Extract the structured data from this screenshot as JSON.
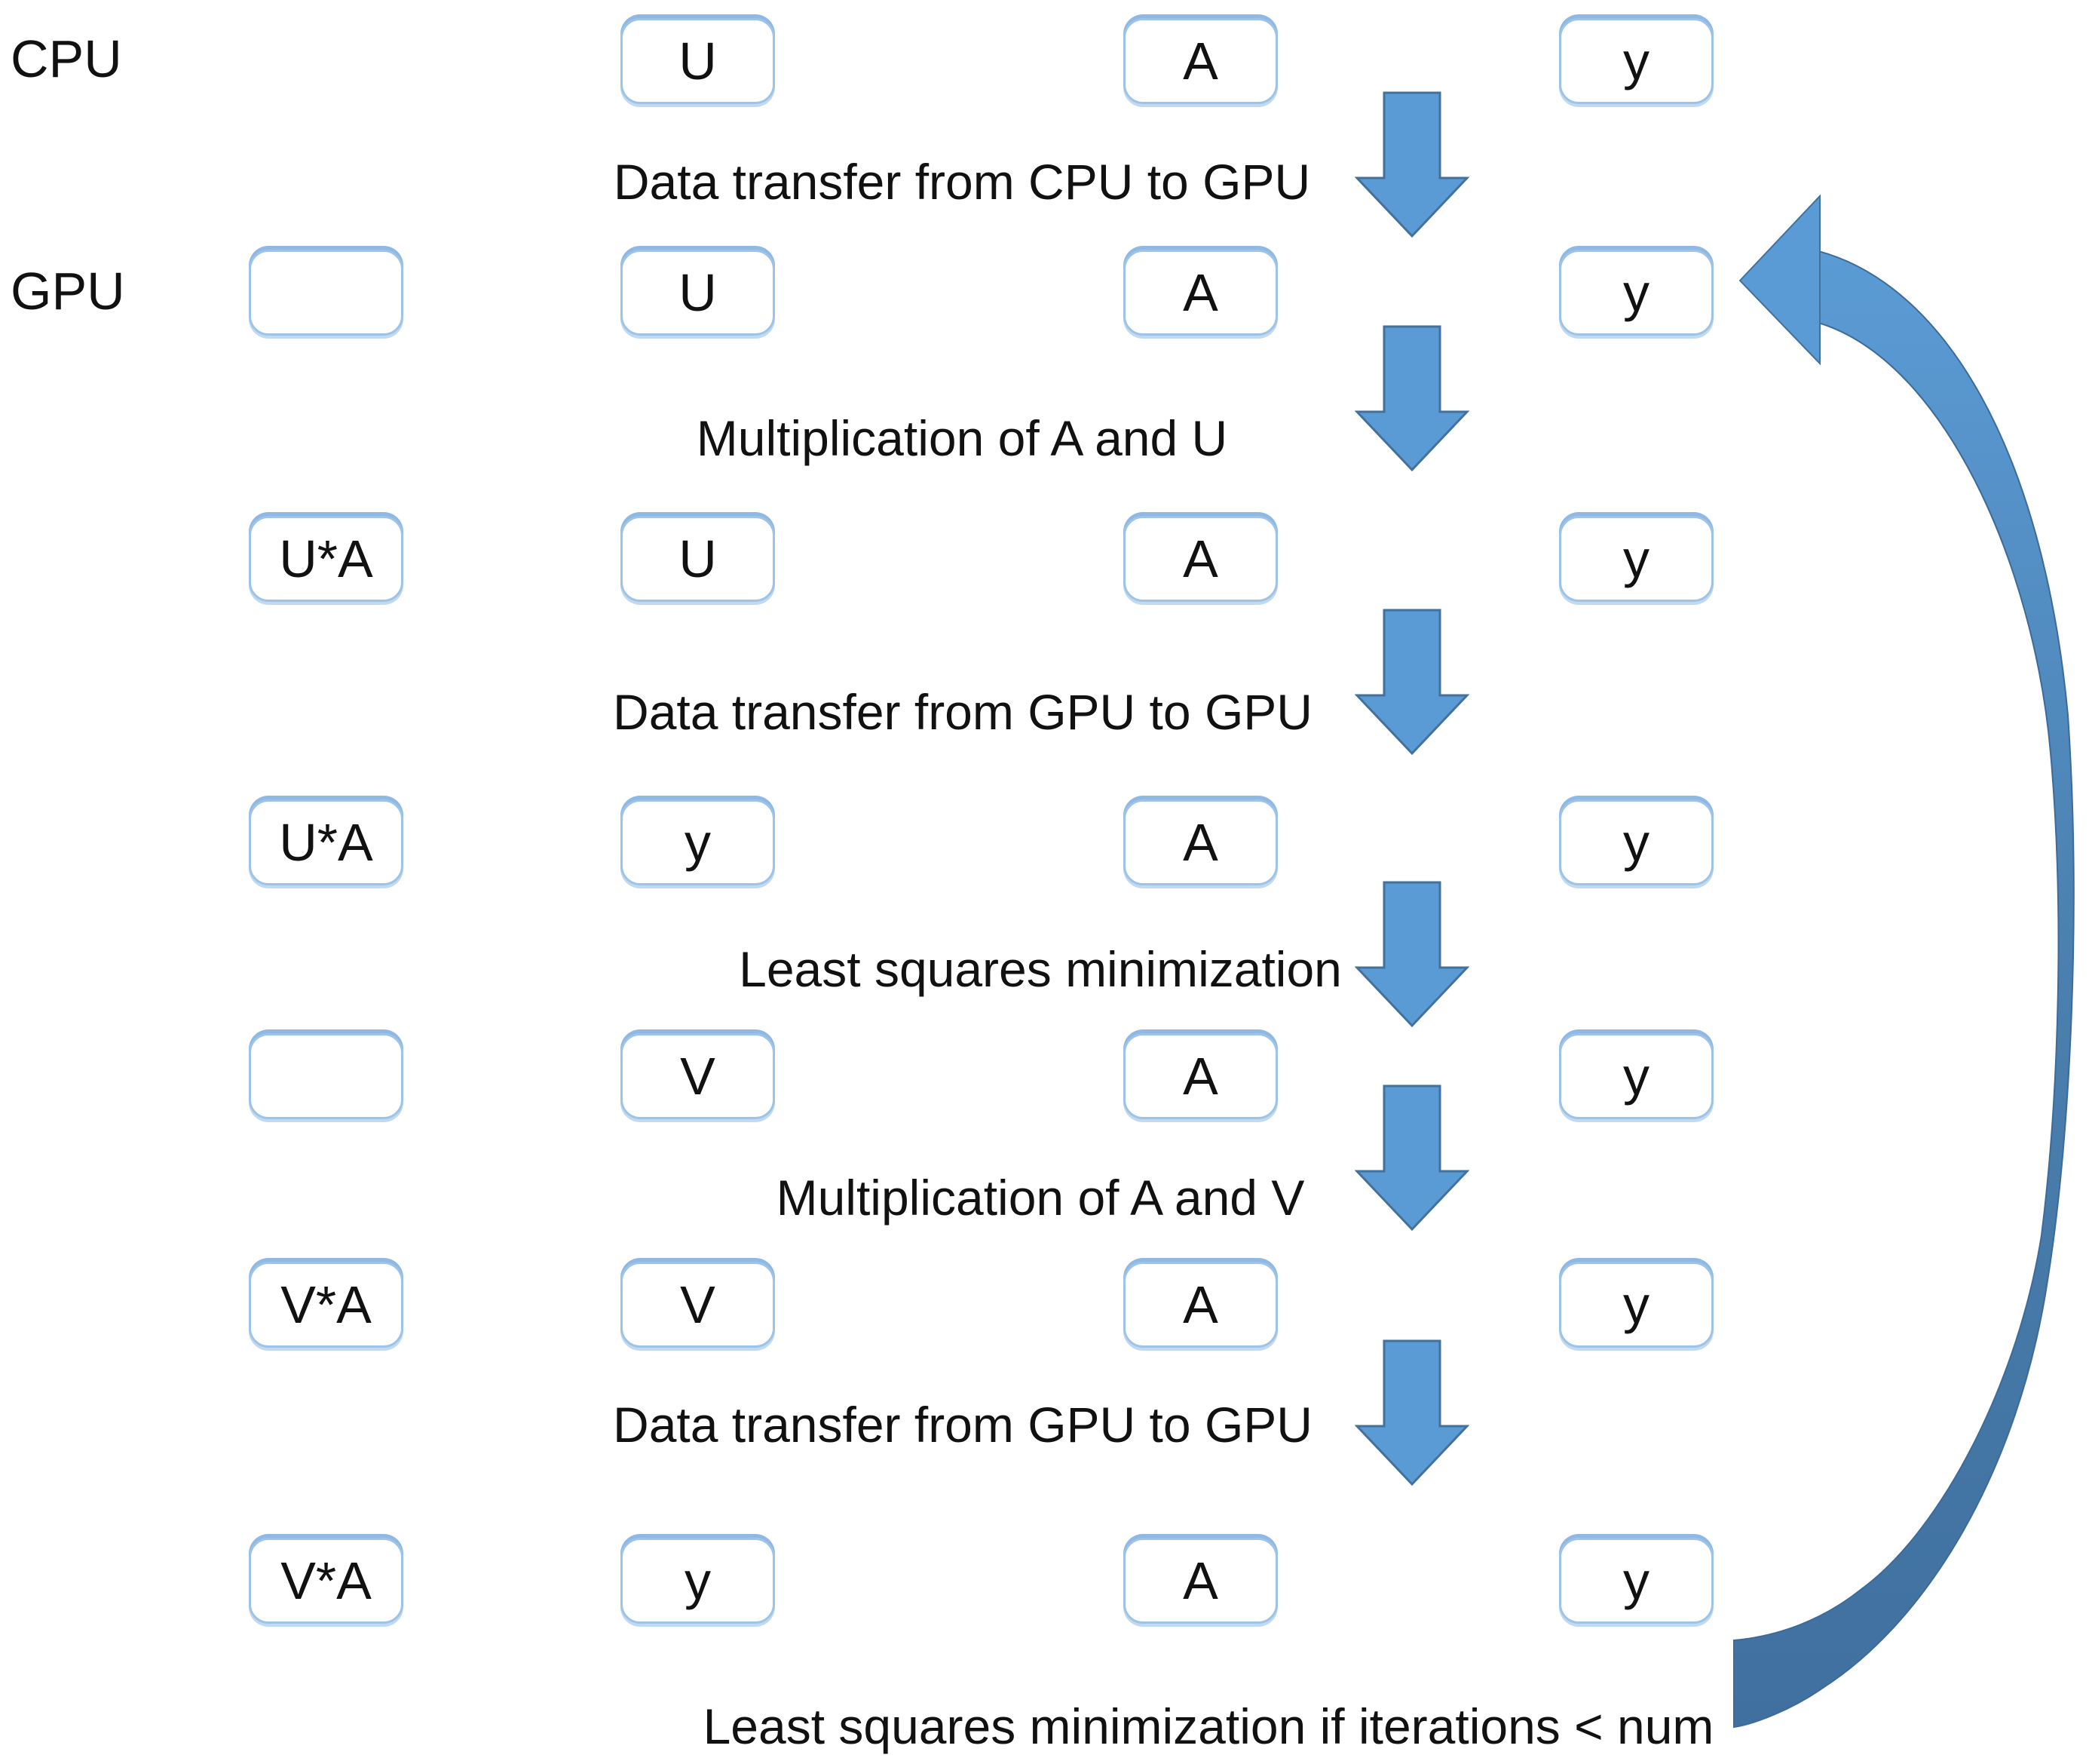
{
  "diagram_title": "CPU to GPU alternating least squares data-flow",
  "row_labels": [
    "CPU",
    "GPU"
  ],
  "rows": [
    {
      "name": "cpu-row",
      "boxes": [
        {
          "col": 1,
          "label": "U"
        },
        {
          "col": 2,
          "label": "A"
        },
        {
          "col": 3,
          "label": "y"
        }
      ]
    },
    {
      "name": "gpu-row",
      "boxes": [
        {
          "col": 0,
          "label": ""
        },
        {
          "col": 1,
          "label": "U"
        },
        {
          "col": 2,
          "label": "A"
        },
        {
          "col": 3,
          "label": "y"
        }
      ]
    },
    {
      "name": "after-mult-u-row",
      "boxes": [
        {
          "col": 0,
          "label": "U*A"
        },
        {
          "col": 1,
          "label": "U"
        },
        {
          "col": 2,
          "label": "A"
        },
        {
          "col": 3,
          "label": "y"
        }
      ]
    },
    {
      "name": "after-transfer-row",
      "boxes": [
        {
          "col": 0,
          "label": "U*A"
        },
        {
          "col": 1,
          "label": "y"
        },
        {
          "col": 2,
          "label": "A"
        },
        {
          "col": 3,
          "label": "y"
        }
      ]
    },
    {
      "name": "after-lsq-row",
      "boxes": [
        {
          "col": 0,
          "label": ""
        },
        {
          "col": 1,
          "label": "V"
        },
        {
          "col": 2,
          "label": "A"
        },
        {
          "col": 3,
          "label": "y"
        }
      ]
    },
    {
      "name": "after-mult-v-row",
      "boxes": [
        {
          "col": 0,
          "label": "V*A"
        },
        {
          "col": 1,
          "label": "V"
        },
        {
          "col": 2,
          "label": "A"
        },
        {
          "col": 3,
          "label": "y"
        }
      ]
    },
    {
      "name": "final-row",
      "boxes": [
        {
          "col": 0,
          "label": "V*A"
        },
        {
          "col": 1,
          "label": "y"
        },
        {
          "col": 2,
          "label": "A"
        },
        {
          "col": 3,
          "label": "y"
        }
      ]
    }
  ],
  "captions": [
    {
      "text": "Data transfer from CPU to GPU"
    },
    {
      "text": "Multiplication of A and U"
    },
    {
      "text": "Data transfer from GPU to GPU"
    },
    {
      "text": "Least squares minimization"
    },
    {
      "text": "Multiplication of A and V"
    },
    {
      "text": "Data transfer from GPU to GPU"
    },
    {
      "text": "Least squares minimization if iterations < num"
    }
  ],
  "icons": {
    "down": "down-arrow-icon",
    "loop": "loop-arrow-icon",
    "down_arrow_count": 6
  },
  "colors": {
    "background": "#ffffff",
    "text": "#111111",
    "box_border": "#9dc3e6",
    "down_arrow_fill": "#5b9bd5",
    "down_arrow_stroke": "#41719c",
    "loop_arrow_top": "#5b9bd5",
    "loop_arrow_bottom": "#40709f"
  }
}
